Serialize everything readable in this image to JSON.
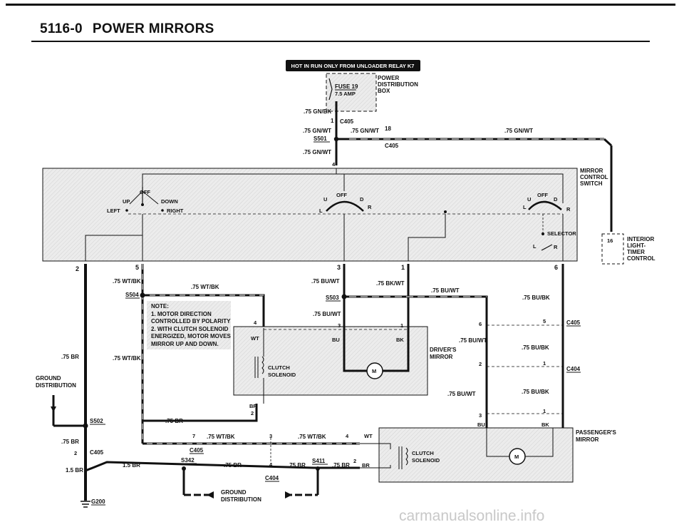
{
  "header": {
    "section_number": "5116-0",
    "section_title": "POWER MIRRORS"
  },
  "banner": "HOT IN RUN ONLY FROM UNLOADER RELAY K7",
  "labels": {
    "fuse": "FUSE 19",
    "fuse_amp": "7.5 AMP",
    "power_dist_1": "POWER",
    "power_dist_2": "DISTRIBUTION",
    "power_dist_3": "BOX",
    "w_75gnbk": ".75 GN/BK",
    "pin_1": "1",
    "c405_top": "C405",
    "w_75gnwt_a": ".75 GN/WT",
    "w_75gnwt_b": ".75 GN/WT",
    "w_75gnwt_c": ".75 GN/WT",
    "w_75gnwt_d": ".75 GN/WT",
    "pin_18": "18",
    "s501": "S501",
    "c405_mid": "C405",
    "pin_4_top": "4",
    "mirror_control_1": "MIRROR",
    "mirror_control_2": "CONTROL",
    "mirror_control_3": "SWITCH",
    "off_left": "OFF",
    "up_left": "UP",
    "down_left": "DOWN",
    "left_left": "LEFT",
    "right_left": "RIGHT",
    "off_mid": "OFF",
    "u_mid": "U",
    "d_mid": "D",
    "l_mid": "L",
    "r_mid": "R",
    "off_right": "OFF",
    "u_right": "U",
    "d_right": "D",
    "l_right": "L",
    "r_right": "R",
    "selector": "SELECTOR",
    "sel_l": "L",
    "sel_r": "R",
    "interior_1": "INTERIOR",
    "interior_2": "LIGHT-",
    "interior_3": "TIMER",
    "interior_4": "CONTROL",
    "pin_16": "16",
    "pin_2_sw": "2",
    "pin_5_sw": "5",
    "pin_3_sw": "3",
    "pin_1_sw": "1",
    "pin_6_sw": "6",
    "w_75wtbk_a": ".75 WT/BK",
    "w_75wtbk_b": ".75 WT/BK",
    "w_75wtbk_c": ".75 WT/BK",
    "w_75wtbk_d": ".75 WT/BK",
    "w_75wtbk_e": ".75 WT/BK",
    "s504": "S504",
    "s503": "S503",
    "w_75buwt_a": ".75 BU/WT",
    "w_75buwt_b": ".75 BU/WT",
    "w_75buwt_c": ".75 BU/WT",
    "w_75buwt_d": ".75 BU/WT",
    "w_75buwt_e": ".75 BU/WT",
    "w_75bkwt": ".75 BK/WT",
    "w_75bubk_a": ".75 BU/BK",
    "w_75bubk_b": ".75 BU/BK",
    "w_75bubk_c": ".75 BU/BK",
    "note_1": "NOTE:",
    "note_2": "1. MOTOR DIRECTION",
    "note_3": "CONTROLLED BY POLARITY",
    "note_4": "2. WITH CLUTCH SOLENOID",
    "note_5": "ENERGIZED, MOTOR MOVES",
    "note_6": "MIRROR UP AND DOWN.",
    "d_pin_4": "4",
    "d_wt": "WT",
    "d_pin_3": "3",
    "d_bu": "BU",
    "d_pin_1": "1",
    "d_bk": "BK",
    "d_pin_6": "6",
    "d_pin_5": "5",
    "c405_r": "C405",
    "d_pin_2": "2",
    "d_pin_1b": "1",
    "c404_r": "C404",
    "drivers_1": "DRIVER'S",
    "drivers_2": "MIRROR",
    "clutch_1": "CLUTCH",
    "clutch_2": "SOLENOID",
    "d_br": "BR",
    "d_pin_2b": "2",
    "w_75br_a": ".75 BR",
    "w_75br_b": ".75 BR",
    "w_75br_c": ".75 BR",
    "w_75br_d": ".75 BR",
    "w_75br_e": ".75 BR",
    "w_15br_a": "1.5 BR",
    "w_15br_b": "1.5 BR",
    "ground_dist_1": "GROUND",
    "ground_dist_2": "DISTRIBUTION",
    "s502": "S502",
    "c405_l": "C405",
    "pin_2_l": "2",
    "g200": "G200",
    "p_pin_3": "3",
    "p_bu": "BU",
    "p_pin_1": "1",
    "p_bk": "BK",
    "pin_7": "7",
    "pin_3_b": "3",
    "pin_4_b": "4",
    "p_wt": "WT",
    "c405_b": "C405",
    "s342": "S342",
    "s411": "S411",
    "pin_4_c": "4",
    "pin_2_c": "2",
    "p_br": "BR",
    "c404_b": "C404",
    "passenger_1": "PASSENGER'S",
    "passenger_2": "MIRROR",
    "clutch_p1": "CLUTCH",
    "clutch_p2": "SOLENOID",
    "ground_b1": "GROUND",
    "ground_b2": "DISTRIBUTION",
    "motor_m1": "M",
    "motor_m2": "M"
  },
  "watermark": "carmanualsonline.info"
}
